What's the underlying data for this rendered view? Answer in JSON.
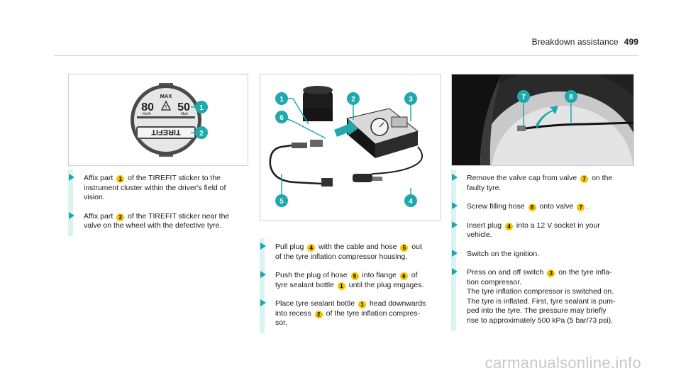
{
  "header": {
    "section": "Breakdown assistance",
    "page": "499"
  },
  "figure1": {
    "cap_max": "MAX",
    "cap_speed_left": "80",
    "cap_speed_right": "50",
    "cap_unit_left": "Km/h",
    "cap_unit_right": "Mph",
    "cap_brand": "TIREFIT",
    "badges": [
      "1",
      "2"
    ]
  },
  "figure2": {
    "badges": [
      "1",
      "2",
      "3",
      "4",
      "5",
      "6"
    ]
  },
  "figure3": {
    "badges": [
      "7",
      "8"
    ]
  },
  "col1": {
    "s1": {
      "a": "Affix part",
      "n1": "1",
      "b": "of the TIREFIT sticker to the",
      "c": "instrument cluster within the driver's field of",
      "d": "vision."
    },
    "s2": {
      "a": "Affix part",
      "n1": "2",
      "b": "of the TIREFIT sticker near the",
      "c": "valve on the wheel with the defective tyre."
    }
  },
  "col2": {
    "s1": {
      "a": "Pull plug",
      "n1": "4",
      "b": "with the cable and hose",
      "n2": "5",
      "c": "out",
      "d": "of the tyre inflation compressor housing."
    },
    "s2": {
      "a": "Push the plug of hose",
      "n1": "5",
      "b": "into flange",
      "n2": "6",
      "c": "of",
      "d": "tyre sealant bottle",
      "n3": "1",
      "e": "until the plug engages."
    },
    "s3": {
      "a": "Place tyre sealant bottle",
      "n1": "1",
      "b": "head downwards",
      "c": "into recess",
      "n2": "2",
      "d": "of the tyre inflation compres-",
      "e": "sor."
    }
  },
  "col3": {
    "s1": {
      "a": "Remove the valve cap from valve",
      "n1": "7",
      "b": "on the",
      "c": "faulty tyre."
    },
    "s2": {
      "a": "Screw filling hose",
      "n1": "8",
      "b": "onto valve",
      "n2": "7",
      "c": "."
    },
    "s3": {
      "a": "Insert plug",
      "n1": "4",
      "b": "into a 12 V socket in your",
      "c": "vehicle."
    },
    "s4": {
      "a": "Switch on the ignition."
    },
    "s5": {
      "a": "Press on and off switch",
      "n1": "3",
      "b": "on the tyre infla-",
      "c": "tion compressor.",
      "d": "The tyre inflation compressor is switched on.",
      "e": "The tyre is inflated. First, tyre sealant is pum-",
      "f": "ped into the tyre. The pressure may briefly",
      "g": "rise to approximately 500 kPa (5 bar/73 psi)."
    }
  },
  "watermark": "carmanualsonline.info",
  "colors": {
    "accent": "#1aa8ad",
    "badge": "#f2c400",
    "callout": "#1fa8ad",
    "step_bar": "#d8f3f2"
  }
}
